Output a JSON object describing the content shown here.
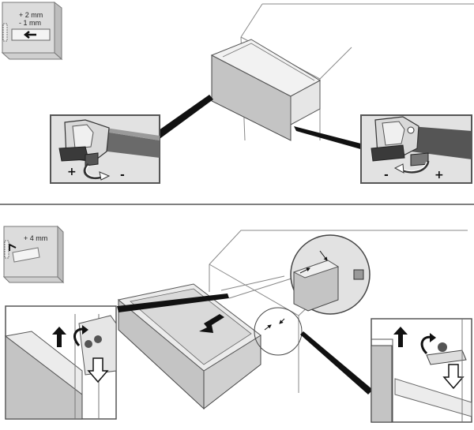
{
  "top_panel": {
    "icon_label_plus": "+ 2 mm",
    "icon_label_minus": "- 1 mm",
    "left_detail": {
      "plus": "+",
      "minus": "-"
    },
    "right_detail": {
      "minus": "-",
      "plus": "+"
    }
  },
  "bottom_panel": {
    "icon_label": "+ 4 mm"
  },
  "colors": {
    "front_panel": "#c4c4c4",
    "detail_frame": "#555555",
    "inset_bg": "#e2e2e2",
    "clip_dark": "#3a3a3a",
    "leader_black": "#111111"
  }
}
